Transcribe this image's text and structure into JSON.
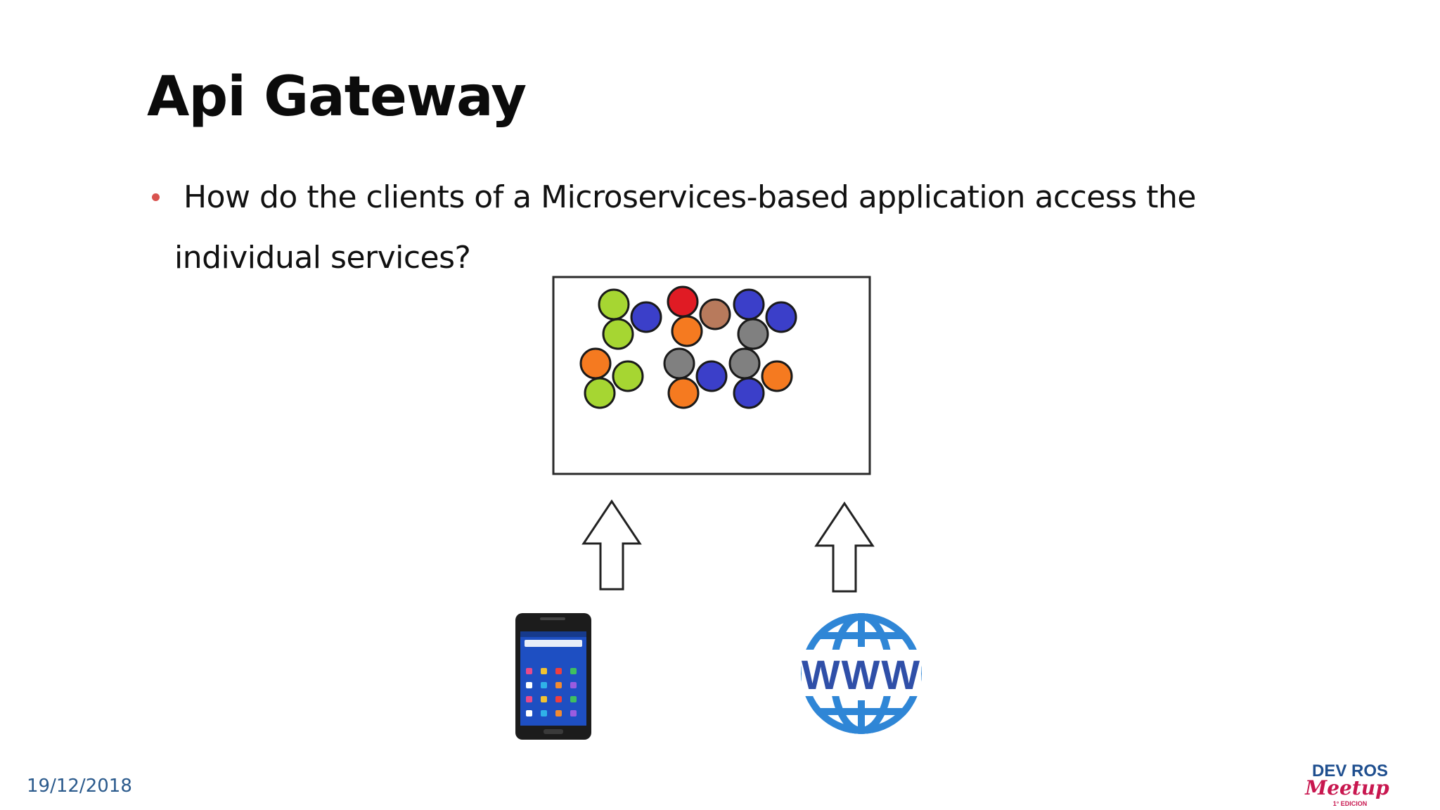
{
  "slide": {
    "title": "Api Gateway",
    "bullet_line1": "How do the clients of a Microservices-based application access the",
    "bullet_line2": "individual services?"
  },
  "diagram": {
    "clusters": [
      [
        "#a6d632",
        "#3b3fc9",
        "#a6d632"
      ],
      [
        "#e01b24",
        "#b87a5c",
        "#f57a20"
      ],
      [
        "#3b3fc9",
        "#3b3fc9",
        "#808080"
      ],
      [
        "#f57a20",
        "#a6d632",
        "#a6d632"
      ],
      [
        "#808080",
        "#3b3fc9",
        "#f57a20"
      ],
      [
        "#808080",
        "#f57a20",
        "#3b3fc9"
      ]
    ],
    "globe_label": "WWW",
    "colors": {
      "globe_blue": "#2f86d6",
      "globe_text": "#2f4fa8",
      "phone_body": "#1c1c1c",
      "phone_screen": "#1e4fc2"
    }
  },
  "footer": {
    "date": "19/12/2018",
    "logo_top": "DEV ROS",
    "logo_script": "Meetup",
    "logo_sub": "1° EDICION",
    "logo_top_color": "#1f4f8f",
    "logo_script_color": "#c8174f"
  }
}
